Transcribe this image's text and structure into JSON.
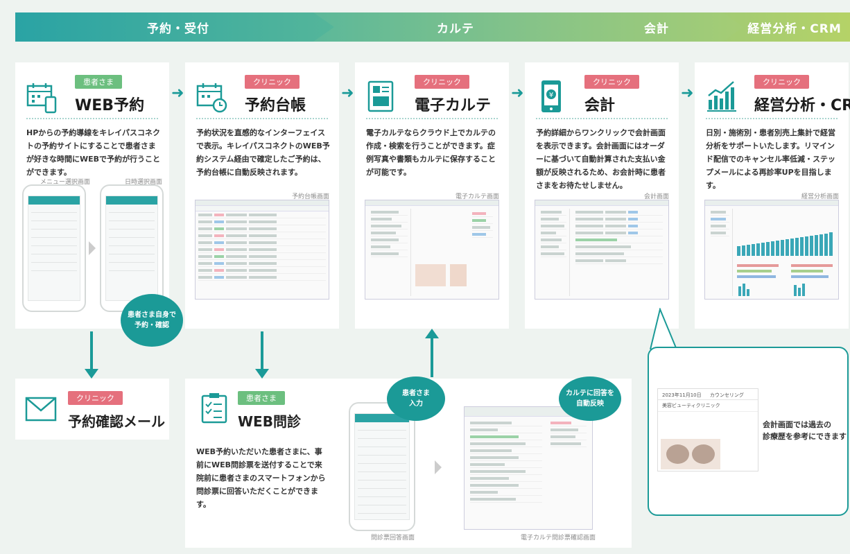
{
  "band": {
    "stage1": "予約・受付",
    "stage2": "カルテ",
    "stage3": "会計",
    "stage4": "経営分析・CRM"
  },
  "cards": {
    "web_reserve": {
      "tag": "患者さま",
      "title": "WEB予約",
      "desc": "HPからの予約導線をキレイパスコネクトの予約サイトにすることで患者さまが好きな時間にWEBで予約が行うことができます。",
      "cap_menu": "メニュー選択画面",
      "cap_date": "日時選択画面"
    },
    "ledger": {
      "tag": "クリニック",
      "title": "予約台帳",
      "desc": "予約状況を直感的なインターフェイスで表示。キレイパスコネクトのWEB予約システム経由で確定したご予約は、予約台帳に自動反映されます。",
      "cap": "予約台帳画面"
    },
    "karte": {
      "tag": "クリニック",
      "title": "電子カルテ",
      "desc": "電子カルテならクラウド上でカルテの作成・検索を行うことができます。症例写真や書類もカルテに保存することが可能です。",
      "cap": "電子カルテ画面"
    },
    "accounting": {
      "tag": "クリニック",
      "title": "会計",
      "desc": "予約詳細からワンクリックで会計画面を表示できます。会計画面にはオーダーに基づいて自動計算された支払い金額が反映されるため、お会計時に患者さまをお待たせしません。",
      "cap": "会計画面"
    },
    "crm": {
      "tag": "クリニック",
      "title": "経営分析・CRM",
      "desc": "日別・施術別・患者別売上集計で経営分析をサポートいたします。リマインド配信でのキャンセル率低減・ステップメールによる再診率UPを目指します。",
      "cap": "経営分析画面"
    },
    "mail": {
      "tag": "クリニック",
      "title": "予約確認メール"
    },
    "interview": {
      "tag": "患者さま",
      "title": "WEB問診",
      "desc": "WEB予約いただいた患者さまに、事前にWEB問診票を送付することで来院前に患者さまのスマートフォンから問診票に回答いただくことができます。",
      "cap_phone": "問診票回答画面",
      "cap_karte": "電子カルテ問診票確認画面"
    }
  },
  "bubbles": {
    "self": "患者さま自身で\n予約・確認",
    "input": "患者さま\n入力",
    "auto": "カルテに回答を\n自動反映"
  },
  "callout": {
    "date": "2023年11月10日",
    "menu": "カウンセリング",
    "clinic": "美容ビューティクリニック",
    "note": "会計画面では過去の\n診療歴を参考にできます"
  },
  "colors": {
    "teal": "#1b9a97",
    "pink_tag": "#e5707d",
    "green_tag": "#6cbf7f"
  }
}
